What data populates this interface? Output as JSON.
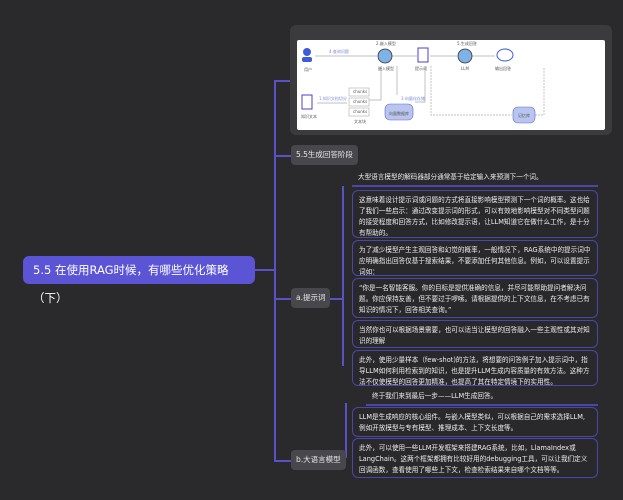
{
  "root": {
    "title": "5.5 在使用RAG时候，有哪些优化策略（下）"
  },
  "diagram": {
    "labels": {
      "user": "用户",
      "query": "4.查询问题",
      "embed_step": "2.嵌入模型",
      "embed": "嵌入模型",
      "prompt": "提示词",
      "gen_step": "5.生成回答",
      "llm": "LLM",
      "output": "输出回答",
      "split_step": "1.知识文档切分",
      "knowledge": "知识文本",
      "chunk": "chunks",
      "textblock": "文本块",
      "store_step": "3.向量化存储",
      "vectordb": "向量数据库",
      "memory": "记忆库"
    },
    "colors": {
      "accent": "#3b5bdb",
      "node": "#7fb3e6"
    }
  },
  "branches": {
    "stage": "5.5生成回答阶段",
    "prompt": {
      "label": "a.提示词",
      "items": [
        "大型语言模型的解码器部分通常基于给定输入来预测下一个词。",
        "这意味着设计提示词或问题的方式将直接影响模型预测下一个词的概率。这也给了我们一些启示：通过改变提示词的形式，可以有效地影响模型对不同类型问题的接受程度和回答方式，比如修改提示语，让LLM知道它在做什么工作，是十分有帮助的。",
        "为了减少模型产生主观回答和幻觉的概率，一般情况下，RAG系统中的提示词中应明确指出回答仅基于搜索结果，不要添加任何其他信息。例如，可以设置提示词如：",
        "“你是一名智能客服。你的目标是提供准确的信息，并尽可能帮助提问者解决问题。你应保持友善，但不要过于啰嗦。请根据提供的上下文信息，在不考虑已有知识的情况下，回答相关查询。”",
        "当然你也可以根据场景需要，也可以适当让模型的回答融入一些主观性或其对知识的理解",
        "此外，使用少量样本（few-shot)的方法，将想要的问答例子加入提示词中，指导LLM如何利用检索到的知识，也是提升LLM生成内容质量的有效方法。这种方法不仅使模型的回答更加精准，也提高了其在特定情境下的实用性。"
      ]
    },
    "llm": {
      "label": "b.大语言模型",
      "items": [
        "终于我们来到最后一步——LLM生成回答。",
        "LLM是生成响应的核心组件。与嵌入模型类似，可以根据自己的需求选择LLM,例如开放模型与专有模型、推理成本、上下文长度等。",
        "此外，可以使用一些LLM开发框架来搭建RAG系统，比如，LlamaIndex或LangChain。这两个框架都拥有比较好用的debugging工具，可以让我们定义回调函数，查看使用了哪些上下文，检查检索结果来自哪个文档等等。"
      ]
    }
  }
}
